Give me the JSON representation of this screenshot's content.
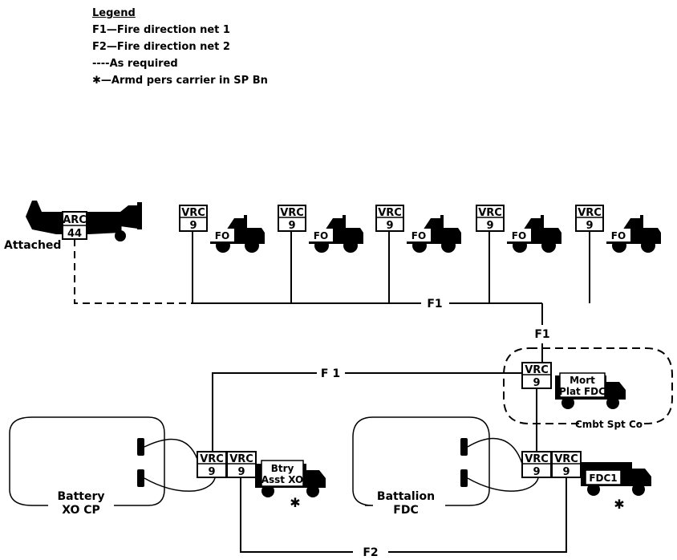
{
  "legend": {
    "title": "Legend",
    "items": [
      "F1—Fire direction net 1",
      "F2—Fire direction net 2",
      "----As required",
      "✱—Armd pers carrier in SP Bn"
    ]
  },
  "aircraft": {
    "radio_line1": "ARC",
    "radio_line2": "44",
    "label": "Attached"
  },
  "observers": [
    {
      "radio_line1": "VRC",
      "radio_line2": "9",
      "label": "FO"
    },
    {
      "radio_line1": "VRC",
      "radio_line2": "9",
      "label": "FO"
    },
    {
      "radio_line1": "VRC",
      "radio_line2": "9",
      "label": "FO"
    },
    {
      "radio_line1": "VRC",
      "radio_line2": "9",
      "label": "FO"
    },
    {
      "radio_line1": "VRC",
      "radio_line2": "9",
      "label": "FO"
    }
  ],
  "nets": {
    "f1_top": "F1",
    "f1_drop": "F1",
    "f1_mid": "F 1",
    "f2_bottom": "F2"
  },
  "mortar": {
    "radio_line1": "VRC",
    "radio_line2": "9",
    "vehicle_line1": "Mort",
    "vehicle_line2": "Plat FDC",
    "group_label": "Cmbt Spt Co"
  },
  "battery": {
    "radio1_line1": "VRC",
    "radio1_line2": "9",
    "radio2_line1": "VRC",
    "radio2_line2": "9",
    "vehicle_line1": "Btry",
    "vehicle_line2": "Asst XO",
    "marker": "✱",
    "post_line1": "Battery",
    "post_line2": "XO CP"
  },
  "battalion": {
    "radio1_line1": "VRC",
    "radio1_line2": "9",
    "radio2_line1": "VRC",
    "radio2_line2": "9",
    "vehicle_label": "FDC1",
    "marker": "✱",
    "post_line1": "Battalion",
    "post_line2": "FDC"
  }
}
